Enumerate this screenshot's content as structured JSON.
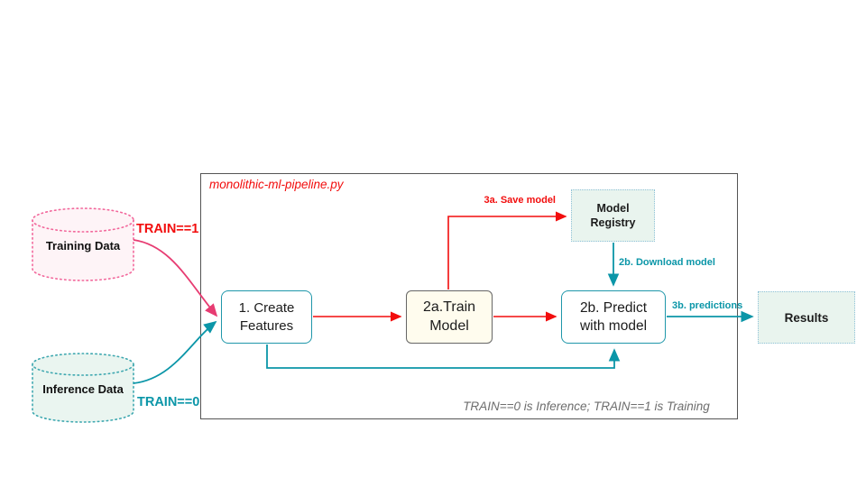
{
  "diagram": {
    "title": "monolithic-ml-pipeline.py",
    "footnote": "TRAIN==0 is Inference; TRAIN==1 is Training"
  },
  "colors": {
    "red": "#f20d0d",
    "pink_curve": "#e73c72",
    "teal": "#0b96a8",
    "teal_border": "#1f97aa",
    "dotted_blue_border": "#8fc2d8",
    "mint_fill": "#e9f4ee",
    "cream_fill": "#fffcee",
    "pink_fill": "#fef4f7",
    "pink_dotted_border": "#f2679b",
    "container_border": "#545454"
  },
  "nodes": {
    "training_data": {
      "label": "Training Data"
    },
    "inference_data": {
      "label": "Inference Data"
    },
    "create_features": {
      "line1": "1. Create",
      "line2": "Features"
    },
    "train_model": {
      "line1": "2a.Train",
      "line2": "Model"
    },
    "predict": {
      "line1": "2b. Predict",
      "line2": "with model"
    },
    "model_registry": {
      "line1": "Model",
      "line2": "Registry"
    },
    "results": {
      "label": "Results"
    }
  },
  "edges": {
    "train_flag_1": "TRAIN==1",
    "train_flag_0": "TRAIN==0",
    "save_model": "3a. Save model",
    "download_model": "2b. Download model",
    "predictions": "3b. predictions"
  }
}
